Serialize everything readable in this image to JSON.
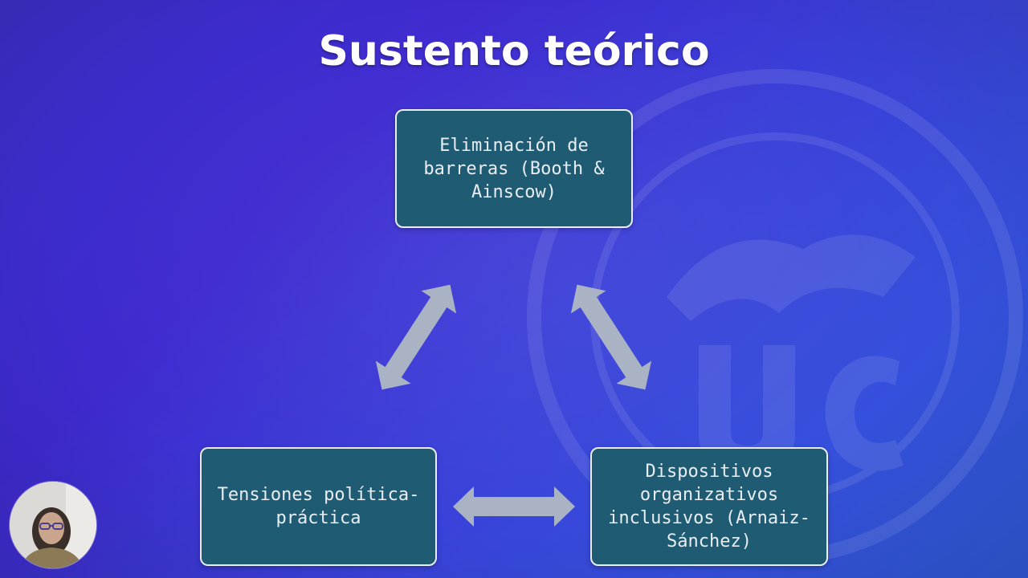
{
  "slide": {
    "title": "Sustento teórico",
    "boxes": {
      "top": "Eliminación de barreras (Booth & Ainscow)",
      "left": "Tensiones política-práctica",
      "right": "Dispositivos organizativos inclusivos (Arnaiz-Sánchez)"
    }
  },
  "colors": {
    "background": "#3a2fc8",
    "box_fill": "#1f5b73",
    "box_border": "#e8eef2",
    "arrow": "#aab3c4"
  },
  "icons": {
    "arrows": "double-headed-arrow",
    "webcam": "presenter-avatar"
  }
}
